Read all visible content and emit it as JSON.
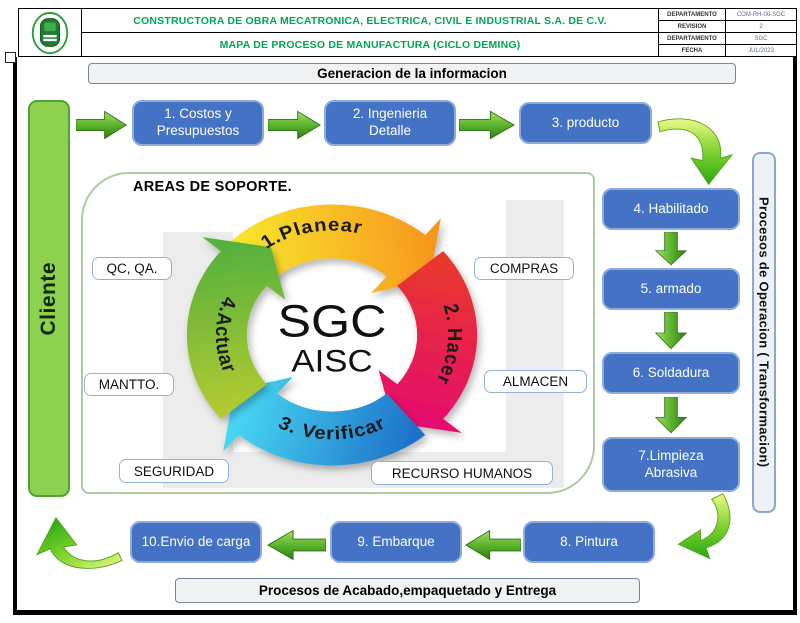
{
  "header": {
    "company_name": "CONSTRUCTORA DE OBRA MECATRONICA, ELECTRICA, CIVIL E INDUSTRIAL S.A. DE C.V.",
    "doc_title": "MAPA DE PROCESO DE MANUFACTURA (CICLO DEMING)",
    "logo": "company-seal",
    "info_rows": [
      {
        "label": "DEPARTAMENTO",
        "value": "COM-RH-00-SGC"
      },
      {
        "label": "REVISION",
        "value": "2"
      },
      {
        "label": "DEPARTAMENTO",
        "value": "SGC"
      },
      {
        "label": "FECHA",
        "value": "JUL/2023"
      }
    ]
  },
  "bands": {
    "top": "Generacion de la informacion",
    "bottom": "Procesos de Acabado,empaquetado y Entrega",
    "left": "Cliente",
    "right": "Procesos de Operacion ( Transformacion)"
  },
  "flow": {
    "top": [
      "1. Costos y Presupuestos",
      "2. Ingenieria Detalle",
      "3. producto"
    ],
    "right": [
      "4. Habilitado",
      "5. armado",
      "6. Soldadura",
      "7.Limpieza Abrasiva"
    ],
    "bottom": [
      "8. Pintura",
      "9. Embarque",
      "10.Envio de carga"
    ]
  },
  "support": {
    "title": "AREAS DE SOPORTE.",
    "labels": [
      "QC, QA.",
      "COMPRAS",
      "MANTTO.",
      "ALMACEN",
      "SEGURIDAD",
      "RECURSO HUMANOS"
    ]
  },
  "cycle": {
    "center_top": "SGC",
    "center_bottom": "AISC",
    "steps": [
      "1.Planear",
      "2. Hacer",
      "3. Verificar",
      "4.Actuar"
    ],
    "segment_colors": [
      {
        "from": "#f9ee2e",
        "to": "#f7941d"
      },
      {
        "from": "#e8392b",
        "to": "#e50b6f"
      },
      {
        "from": "#1d70c8",
        "to": "#4adef5"
      },
      {
        "from": "#b7cb31",
        "to": "#56b13c"
      }
    ]
  },
  "colors": {
    "box_blue": "#4472c4",
    "box_blue_border": "#8faadc",
    "arrow_green": "#55b02c",
    "client_band_green": "#8ed050",
    "header_accent_green": "#00a651"
  }
}
